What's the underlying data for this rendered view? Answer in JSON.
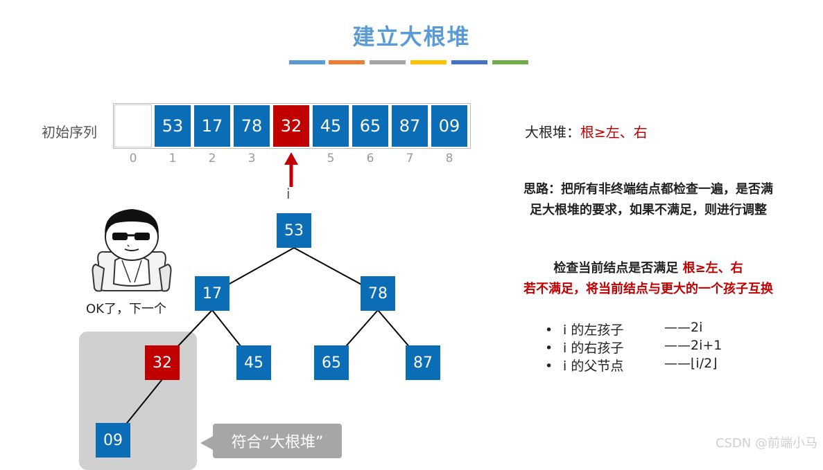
{
  "title": "建立大根堆",
  "title_stripe_colors": [
    "#5b9bd5",
    "#ed7d31",
    "#a5a5a5",
    "#ffc000",
    "#4472c4",
    "#70ad47"
  ],
  "array": {
    "label": "初始序列",
    "cells": [
      "",
      "53",
      "17",
      "78",
      "32",
      "45",
      "65",
      "87",
      "09"
    ],
    "indices": [
      "0",
      "1",
      "2",
      "3",
      "",
      "5",
      "6",
      "7",
      "8"
    ],
    "highlight_index": 4,
    "pointer_label": "i"
  },
  "tree": {
    "nodes": [
      "53",
      "17",
      "78",
      "32",
      "45",
      "65",
      "87",
      "09"
    ],
    "highlight_node": 3
  },
  "meme_caption": "OK了，下一个",
  "callout": "符合“大根堆”",
  "rule": {
    "prefix": "大根堆：",
    "condition": "根≥左、右"
  },
  "idea": {
    "line1": "思路：把所有非终端结点都检查一遍，是否满",
    "line2": "足大根堆的要求，如果不满足，则进行调整"
  },
  "check": {
    "line1_prefix": "检查当前结点是否满足 ",
    "line1_condition": "根≥左、右",
    "line2": "若不满足，将当前结点与更大的一个孩子互换"
  },
  "bullets": [
    {
      "label": "i 的左孩子",
      "value": "——2i"
    },
    {
      "label": "i 的右孩子",
      "value": "——2i+1"
    },
    {
      "label": "i 的父节点",
      "value": "——⌊i/2⌋"
    }
  ],
  "watermark": "CSDN @前端小马",
  "colors": {
    "accent_title": "#5b9bd5",
    "node_blue": "#0b6db5",
    "node_red": "#c00000",
    "callout_gray": "#a6a6a6"
  }
}
